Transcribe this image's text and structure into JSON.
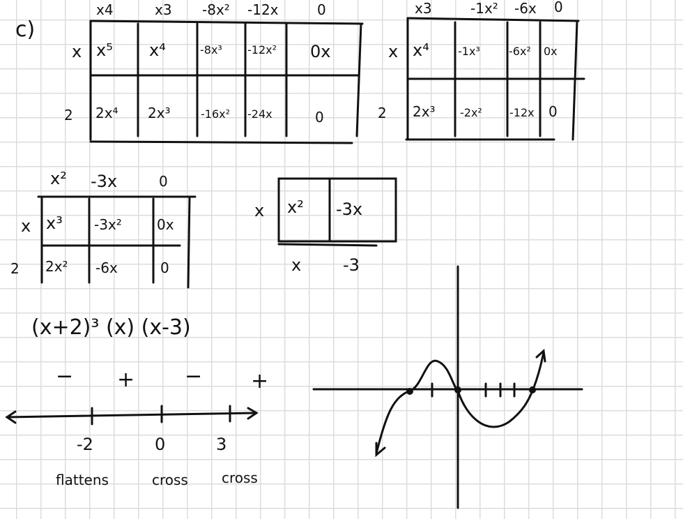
{
  "part_label": "c)",
  "box1": {
    "headers": [
      "x4",
      "x3",
      "-8x²",
      "-12x",
      "0"
    ],
    "rows": [
      {
        "label": "x",
        "cells": [
          "x⁵",
          "x⁴",
          "-8x³",
          "-12x²",
          "0x"
        ]
      },
      {
        "label": "2",
        "cells": [
          "2x⁴",
          "2x³",
          "-16x²",
          "-24x",
          "0"
        ]
      }
    ]
  },
  "box2": {
    "headers": [
      "x3",
      "-1x²",
      "-6x",
      "0"
    ],
    "rows": [
      {
        "label": "x",
        "cells": [
          "x⁴",
          "-1x³",
          "-6x²",
          "0x"
        ]
      },
      {
        "label": "2",
        "cells": [
          "2x³",
          "-2x²",
          "-12x",
          "0"
        ]
      }
    ]
  },
  "box3": {
    "headers": [
      "x²",
      "-3x",
      "0"
    ],
    "rows": [
      {
        "label": "x",
        "cells": [
          "x³",
          "-3x²",
          "0x"
        ]
      },
      {
        "label": "2",
        "cells": [
          "2x²",
          "-6x",
          "0"
        ]
      }
    ]
  },
  "box4": {
    "row_label": "x",
    "cells": [
      "x²",
      "-3x"
    ],
    "result": [
      "x",
      "-3"
    ]
  },
  "factored": "(x+2)³ (x) (x-3)",
  "sign_chart": {
    "signs": [
      "−",
      "+",
      "−",
      "+"
    ],
    "roots": [
      "-2",
      "0",
      "3"
    ],
    "behaviors": [
      "flattens",
      "cross",
      "cross"
    ]
  }
}
